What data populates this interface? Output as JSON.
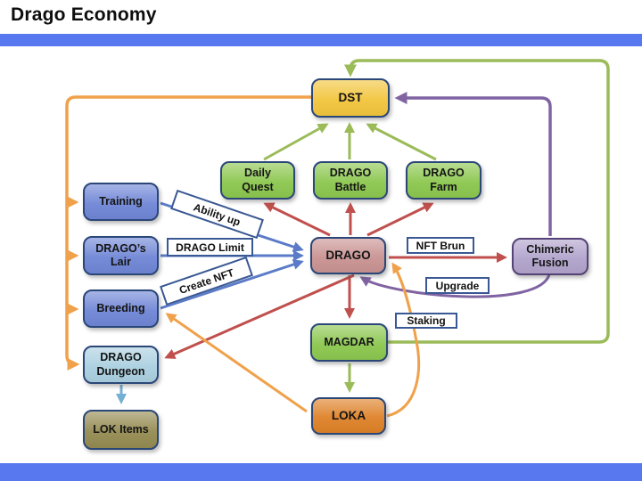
{
  "header": {
    "title": "Drago Economy"
  },
  "colors": {
    "bar_blue": "#5878F0",
    "arrow_green": "#9BBB59",
    "arrow_red": "#C0504D",
    "arrow_blue": "#5B7BC8",
    "arrow_orange": "#F0A14B",
    "arrow_purple": "#8064A2",
    "arrow_lightblue": "#74AFD4"
  },
  "diagram": {
    "nodes": [
      {
        "id": "dst",
        "label": "DST",
        "fill": "#F2C53D"
      },
      {
        "id": "daily-quest",
        "label": "Daily\nQuest",
        "fill": "#8CC74F"
      },
      {
        "id": "drago-battle",
        "label": "DRAGO\nBattle",
        "fill": "#8CC74F"
      },
      {
        "id": "drago-farm",
        "label": "DRAGO\nFarm",
        "fill": "#8CC74F"
      },
      {
        "id": "training",
        "label": "Training",
        "fill": "#7086D6"
      },
      {
        "id": "dragos-lair",
        "label": "DRAGO’s\nLair",
        "fill": "#7086D6"
      },
      {
        "id": "breeding",
        "label": "Breeding",
        "fill": "#7086D6"
      },
      {
        "id": "drago-dungeon",
        "label": "DRAGO\nDungeon",
        "fill": "#ABD0E0"
      },
      {
        "id": "lok-items",
        "label": "LOK Items",
        "fill": "#958B52"
      },
      {
        "id": "drago",
        "label": "DRAGO",
        "fill": "#C99292"
      },
      {
        "id": "chimeric-fusion",
        "label": "Chimeric\nFusion",
        "fill": "#B1A3CC"
      },
      {
        "id": "magdar",
        "label": "MAGDAR",
        "fill": "#8CC74F"
      },
      {
        "id": "loka",
        "label": "LOKA",
        "fill": "#DE8128"
      }
    ],
    "edge_labels": [
      {
        "id": "ability-up",
        "text": "Ability up"
      },
      {
        "id": "drago-limit",
        "text": "DRAGO Limit"
      },
      {
        "id": "create-nft",
        "text": "Create NFT"
      },
      {
        "id": "nft-brun",
        "text": "NFT Brun"
      },
      {
        "id": "upgrade",
        "text": "Upgrade"
      },
      {
        "id": "staking",
        "text": "Staking"
      }
    ],
    "edges": [
      {
        "from": "dst",
        "to": "training",
        "color": "orange"
      },
      {
        "from": "dst",
        "to": "dragos-lair",
        "color": "orange"
      },
      {
        "from": "dst",
        "to": "breeding",
        "color": "orange"
      },
      {
        "from": "dst",
        "to": "drago-dungeon",
        "color": "orange"
      },
      {
        "from": "training",
        "to": "drago",
        "color": "blue",
        "label": "Ability up"
      },
      {
        "from": "dragos-lair",
        "to": "drago",
        "color": "blue",
        "label": "DRAGO Limit"
      },
      {
        "from": "breeding",
        "to": "drago",
        "color": "blue",
        "label": "Create NFT"
      },
      {
        "from": "drago",
        "to": "daily-quest",
        "color": "red"
      },
      {
        "from": "drago",
        "to": "drago-battle",
        "color": "red"
      },
      {
        "from": "drago",
        "to": "drago-farm",
        "color": "red"
      },
      {
        "from": "daily-quest",
        "to": "dst",
        "color": "green"
      },
      {
        "from": "drago-battle",
        "to": "dst",
        "color": "green"
      },
      {
        "from": "drago-farm",
        "to": "dst",
        "color": "green"
      },
      {
        "from": "drago",
        "to": "chimeric-fusion",
        "color": "red",
        "label": "NFT Brun"
      },
      {
        "from": "chimeric-fusion",
        "to": "dst",
        "color": "purple"
      },
      {
        "from": "chimeric-fusion",
        "to": "drago",
        "color": "purple",
        "label": "Upgrade"
      },
      {
        "from": "drago",
        "to": "magdar",
        "color": "red"
      },
      {
        "from": "drago",
        "to": "drago-dungeon",
        "color": "red"
      },
      {
        "from": "magdar",
        "to": "loka",
        "color": "green"
      },
      {
        "from": "magdar",
        "to": "dst",
        "color": "green"
      },
      {
        "from": "loka",
        "to": "drago",
        "color": "orange",
        "label": "Staking"
      },
      {
        "from": "loka",
        "to": "breeding",
        "color": "orange"
      },
      {
        "from": "drago-dungeon",
        "to": "lok-items",
        "color": "lightblue"
      }
    ]
  }
}
